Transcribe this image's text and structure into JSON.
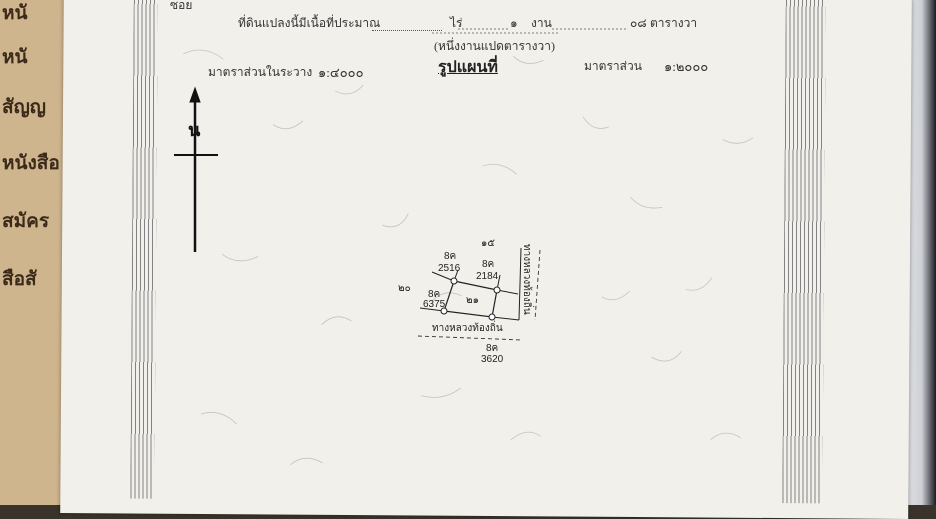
{
  "back_document": {
    "lines": [
      "หนั",
      "สัญญ",
      "หนังสือ",
      "สมัคร",
      "สือสั"
    ]
  },
  "header": {
    "street_label": "ซอย",
    "area_line": "ที่ดินแปลงนี้มีเนื้อที่ประมาณ",
    "rai_unit": "ไร่",
    "ngan_value": "๑",
    "ngan_unit": "งาน",
    "wa_value": "๐๘",
    "wa_unit": "ตารางวา",
    "area_words": "(หนึ่งงานแปดตารางวา)",
    "scale_left_label": "มาตราส่วนในระวาง",
    "scale_left_value": "๑:๔๐๐๐",
    "title": "รูปแผนที่",
    "scale_right_label": "มาตราส่วน",
    "scale_right_value": "๑:๒๐๐๐"
  },
  "north_arrow": {
    "letter": "น"
  },
  "map": {
    "parcel_number": "๒๑",
    "north_parcel": "๑๕",
    "west_parcel": "๒๐",
    "markers": [
      {
        "code": "8ค",
        "num": "2516"
      },
      {
        "code": "8ค",
        "num": "2184"
      },
      {
        "code": "8ค",
        "num": "6375"
      },
      {
        "code": "8ค",
        "num": "3620"
      }
    ],
    "road_bottom": "ทางหลวงท้องถิ่น",
    "road_right": "ทางหลวงท้องถิ่น"
  }
}
